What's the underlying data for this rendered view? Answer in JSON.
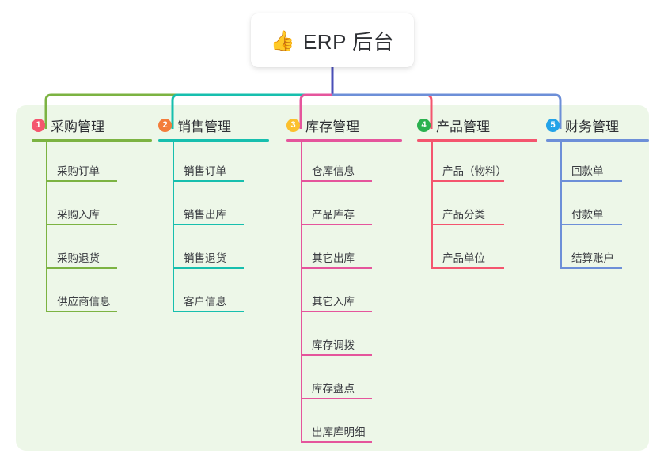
{
  "root": {
    "icon": "thumbs-up-icon",
    "icon_glyph": "👍",
    "label": "ERP 后台"
  },
  "colors": {
    "root_connector": "#4a4fb8",
    "panel_background": "#edf7e8",
    "canvas_background": "#ffffff",
    "title_text": "#2f3135",
    "item_text": "#3b3d42"
  },
  "columns": [
    {
      "number": "1",
      "title": "采购管理",
      "badge_color": "#f4556e",
      "line_color": "#7cb342",
      "items": [
        {
          "label": "采购订单"
        },
        {
          "label": "采购入库"
        },
        {
          "label": "采购退货"
        },
        {
          "label": "供应商信息"
        }
      ]
    },
    {
      "number": "2",
      "title": "销售管理",
      "badge_color": "#f37d3b",
      "line_color": "#17bfae",
      "items": [
        {
          "label": "销售订单"
        },
        {
          "label": "销售出库"
        },
        {
          "label": "销售退货"
        },
        {
          "label": "客户信息"
        }
      ]
    },
    {
      "number": "3",
      "title": "库存管理",
      "badge_color": "#fbc02d",
      "line_color": "#e5559c",
      "items": [
        {
          "label": "仓库信息"
        },
        {
          "label": "产品库存"
        },
        {
          "label": "其它出库"
        },
        {
          "label": "其它入库"
        },
        {
          "label": "库存调拨"
        },
        {
          "label": "库存盘点"
        },
        {
          "label": "出库库明细"
        }
      ]
    },
    {
      "number": "4",
      "title": "产品管理",
      "badge_color": "#2bb14f",
      "line_color": "#f4556e",
      "items": [
        {
          "label": "产品（物料）"
        },
        {
          "label": "产品分类"
        },
        {
          "label": "产品单位"
        }
      ]
    },
    {
      "number": "5",
      "title": "财务管理",
      "badge_color": "#23a3e8",
      "line_color": "#6d8fd8",
      "items": [
        {
          "label": "回款单"
        },
        {
          "label": "付款单"
        },
        {
          "label": "结算账户"
        }
      ]
    }
  ]
}
